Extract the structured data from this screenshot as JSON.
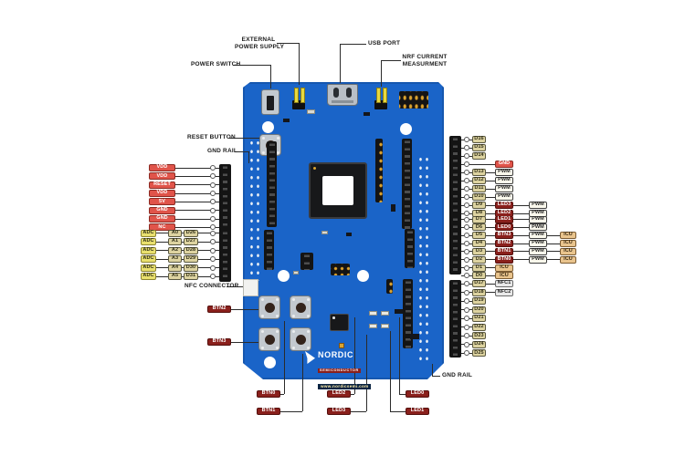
{
  "colors": {
    "board-bg": "#1a64c8",
    "line": "#2b2b2b",
    "tag-power-bg": "#e0544a",
    "tag-power-border": "#8c2a22",
    "tag-led-bg": "#8a201c",
    "tag-led-border": "#55100d",
    "tag-pin-bg": "#ddd3a0",
    "tag-pin-border": "#5a5840",
    "tag-pin-text": "#2d2b15",
    "tag-adc-bg": "#e9e06e",
    "tag-adc-border": "#8d8531",
    "tag-pwm-bg": "#faf8ec",
    "tag-pwm-border": "#3f3f3f",
    "tag-pwm-text": "#222222",
    "tag-icu-bg": "#e9c48d",
    "tag-icu-border": "#7c5c33",
    "tag-icu-text": "#3a2a12",
    "tag-nfc-bg": "#e9e9e9",
    "tag-nfc-border": "#6a6a6a",
    "tag-nfc-text": "#222222",
    "logo-sub-bg": "#8a201c",
    "logo-url-bg": "#0b2442",
    "logo-url-text": "#ffeaa5"
  },
  "board": {
    "logo_name": "NORDIC",
    "logo_sub": "SEMICONDUCTOR",
    "logo_url": "www.nordicsemi.com"
  },
  "callouts": {
    "power_switch": "POWER SWITCH",
    "external_power_1": "EXTERNAL",
    "external_power_2": "POWER SUPPLY",
    "usb_port": "USB PORT",
    "current_1": "NRF CURRENT",
    "current_2": "MEASURMENT",
    "reset_button": "RESET BUTTON",
    "gnd_rail_left": "GND RAIL",
    "nfc_connector": "NFC CONNECTOR",
    "gnd_rail_bottom": "GND RAIL"
  },
  "left": {
    "power_rows": [
      {
        "label": "VDD",
        "type": "power"
      },
      {
        "label": "VDD",
        "type": "power"
      },
      {
        "label": "RESET",
        "type": "power"
      },
      {
        "label": "VDD",
        "type": "power"
      },
      {
        "label": "5V",
        "type": "power"
      },
      {
        "label": "GND",
        "type": "power"
      },
      {
        "label": "GND",
        "type": "power"
      },
      {
        "label": "NC",
        "type": "power"
      }
    ],
    "adc_rows": [
      {
        "tags": [
          {
            "label": "ADC",
            "type": "adc"
          },
          {
            "label": "A0",
            "type": "pin"
          },
          {
            "label": "D26",
            "type": "pin"
          }
        ]
      },
      {
        "tags": [
          {
            "label": "ADC",
            "type": "adc"
          },
          {
            "label": "A1",
            "type": "pin"
          },
          {
            "label": "D27",
            "type": "pin"
          }
        ]
      },
      {
        "tags": [
          {
            "label": "ADC",
            "type": "adc"
          },
          {
            "label": "A2",
            "type": "pin"
          },
          {
            "label": "D28",
            "type": "pin"
          }
        ]
      },
      {
        "tags": [
          {
            "label": "ADC",
            "type": "adc"
          },
          {
            "label": "A3",
            "type": "pin"
          },
          {
            "label": "D29",
            "type": "pin"
          }
        ]
      },
      {
        "tags": [
          {
            "label": "ADC",
            "type": "adc"
          },
          {
            "label": "A4",
            "type": "pin"
          },
          {
            "label": "D30",
            "type": "pin"
          }
        ]
      },
      {
        "tags": [
          {
            "label": "ADC",
            "type": "adc"
          },
          {
            "label": "A5",
            "type": "pin"
          },
          {
            "label": "D31",
            "type": "pin"
          }
        ]
      }
    ],
    "btn_tags": [
      {
        "label": "BTN2",
        "type": "led"
      },
      {
        "label": "BTN3",
        "type": "led"
      }
    ]
  },
  "right": {
    "groups": [
      {
        "rows": [
          [
            {
              "label": "D16",
              "type": "pin",
              "col": 0
            }
          ],
          [
            {
              "label": "D15",
              "type": "pin",
              "col": 0
            }
          ],
          [
            {
              "label": "D14",
              "type": "pin",
              "col": 0
            }
          ],
          [
            {
              "label": "GND",
              "type": "power",
              "col": 1
            }
          ],
          [
            {
              "label": "D13",
              "type": "pin",
              "col": 0
            },
            {
              "label": "PWM",
              "type": "pwm",
              "col": 1
            }
          ],
          [
            {
              "label": "D12",
              "type": "pin",
              "col": 0
            },
            {
              "label": "PWM",
              "type": "pwm",
              "col": 1
            }
          ],
          [
            {
              "label": "D11",
              "type": "pin",
              "col": 0
            },
            {
              "label": "PWM",
              "type": "pwm",
              "col": 1
            }
          ],
          [
            {
              "label": "D10",
              "type": "pin",
              "col": 0
            },
            {
              "label": "PWM",
              "type": "pwm",
              "col": 1
            }
          ],
          [
            {
              "label": "D9",
              "type": "pin",
              "col": 0
            },
            {
              "label": "LED3",
              "type": "led",
              "col": 1
            },
            {
              "label": "PWM",
              "type": "pwm",
              "col": 2
            }
          ],
          [
            {
              "label": "D8",
              "type": "pin",
              "col": 0
            },
            {
              "label": "LED2",
              "type": "led",
              "col": 1
            },
            {
              "label": "PWM",
              "type": "pwm",
              "col": 2
            }
          ]
        ]
      },
      {
        "rows": [
          [
            {
              "label": "D7",
              "type": "pin",
              "col": 0
            },
            {
              "label": "LED1",
              "type": "led",
              "col": 1
            },
            {
              "label": "PWM",
              "type": "pwm",
              "col": 2
            }
          ],
          [
            {
              "label": "D6",
              "type": "pin",
              "col": 0
            },
            {
              "label": "LED0",
              "type": "led",
              "col": 1
            },
            {
              "label": "PWM",
              "type": "pwm",
              "col": 2
            }
          ],
          [
            {
              "label": "D5",
              "type": "pin",
              "col": 0
            },
            {
              "label": "BTN3",
              "type": "led",
              "col": 1
            },
            {
              "label": "PWM",
              "type": "pwm",
              "col": 2
            },
            {
              "label": "ICU",
              "type": "icu",
              "col": 3
            }
          ],
          [
            {
              "label": "D4",
              "type": "pin",
              "col": 0
            },
            {
              "label": "BTN2",
              "type": "led",
              "col": 1
            },
            {
              "label": "PWM",
              "type": "pwm",
              "col": 2
            },
            {
              "label": "ICU",
              "type": "icu",
              "col": 3
            }
          ],
          [
            {
              "label": "D3",
              "type": "pin",
              "col": 0
            },
            {
              "label": "BTN1",
              "type": "led",
              "col": 1
            },
            {
              "label": "PWM",
              "type": "pwm",
              "col": 2
            },
            {
              "label": "ICU",
              "type": "icu",
              "col": 3
            }
          ],
          [
            {
              "label": "D2",
              "type": "pin",
              "col": 0
            },
            {
              "label": "BTN0",
              "type": "led",
              "col": 1
            },
            {
              "label": "PWM",
              "type": "pwm",
              "col": 2
            },
            {
              "label": "ICU",
              "type": "icu",
              "col": 3
            }
          ],
          [
            {
              "label": "D1",
              "type": "pin",
              "col": 0
            },
            {
              "label": "ICU",
              "type": "icu",
              "col": 1
            }
          ],
          [
            {
              "label": "D0",
              "type": "pin",
              "col": 0
            },
            {
              "label": "ICU",
              "type": "icu",
              "col": 1
            }
          ]
        ]
      },
      {
        "rows": [
          [
            {
              "label": "D17",
              "type": "pin",
              "col": 0
            },
            {
              "label": "NFC1",
              "type": "nfc",
              "col": 1
            }
          ],
          [
            {
              "label": "D18",
              "type": "pin",
              "col": 0
            },
            {
              "label": "NFC2",
              "type": "nfc",
              "col": 1
            }
          ],
          [
            {
              "label": "D19",
              "type": "pin",
              "col": 0
            }
          ],
          [
            {
              "label": "D20",
              "type": "pin",
              "col": 0
            }
          ],
          [
            {
              "label": "D21",
              "type": "pin",
              "col": 0
            }
          ],
          [
            {
              "label": "D22",
              "type": "pin",
              "col": 0
            }
          ],
          [
            {
              "label": "D23",
              "type": "pin",
              "col": 0
            }
          ],
          [
            {
              "label": "D24",
              "type": "pin",
              "col": 0
            }
          ],
          [
            {
              "label": "D25",
              "type": "pin",
              "col": 0
            }
          ]
        ]
      }
    ]
  },
  "bottom": {
    "tags": [
      {
        "label": "BTN0",
        "type": "led"
      },
      {
        "label": "BTN1",
        "type": "led"
      },
      {
        "label": "LED2",
        "type": "led"
      },
      {
        "label": "LED3",
        "type": "led"
      },
      {
        "label": "LED0",
        "type": "led"
      },
      {
        "label": "LED1",
        "type": "led"
      }
    ]
  }
}
